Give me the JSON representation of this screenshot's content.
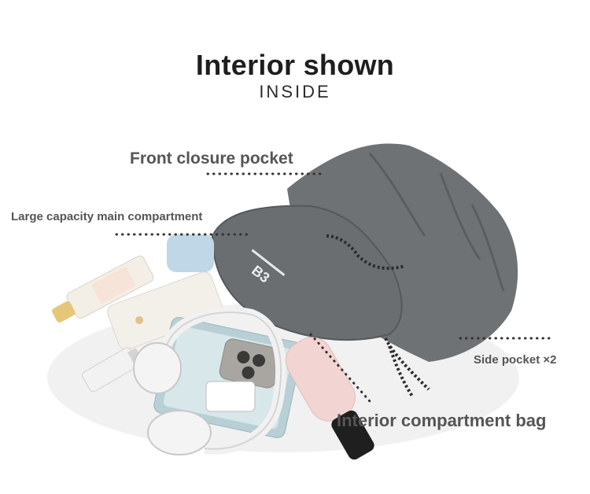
{
  "heading": {
    "title": "Interior shown",
    "subtitle": "INSIDE"
  },
  "callouts": {
    "front_closure_pocket": "Front closure pocket",
    "main_compartment": "Large capacity main compartment",
    "side_pocket": "Side pocket ×2",
    "interior_bag": "Interior compartment bag"
  },
  "product": {
    "logo_text": "B3",
    "colors": {
      "bag": "#6f7275",
      "bag_dark": "#55585b",
      "accent_pink": "#f2d4d2",
      "accent_blue": "#bfd7e6"
    }
  }
}
